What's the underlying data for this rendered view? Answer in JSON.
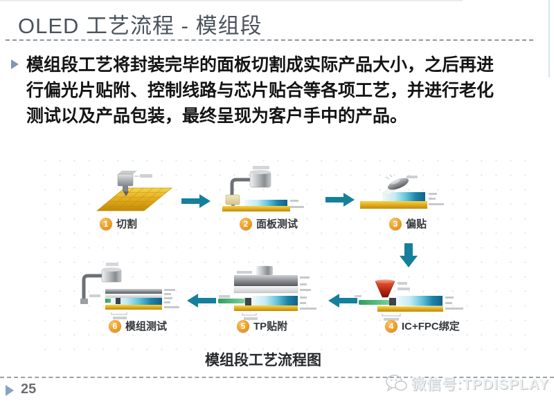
{
  "slide": {
    "title": "OLED 工艺流程 - 模组段",
    "body_lines": [
      "模组段工艺将封装完毕的面板切割成实际产品大小，之后再进",
      "行偏光片贴附、控制线路与芯片贴合等各项工艺，并进行老化",
      "测试以及产品包装，最终呈现为客户手中的产品。"
    ],
    "caption": "模组段工艺流程图",
    "page_number": "25",
    "watermark_text": "微信号:TPDISPLAY"
  },
  "diagram": {
    "steps": [
      {
        "num": "1",
        "label": "切割"
      },
      {
        "num": "2",
        "label": "面板测试"
      },
      {
        "num": "3",
        "label": "偏贴"
      },
      {
        "num": "4",
        "label": "IC+FPC绑定"
      },
      {
        "num": "5",
        "label": "TP贴附"
      },
      {
        "num": "6",
        "label": "模组测试"
      }
    ]
  },
  "colors": {
    "arrow_teal": "#15809b",
    "step_number_orange": "#ec9a1e",
    "panel_gold": "#dfa81a",
    "panel_blue": "#1e84a8"
  }
}
